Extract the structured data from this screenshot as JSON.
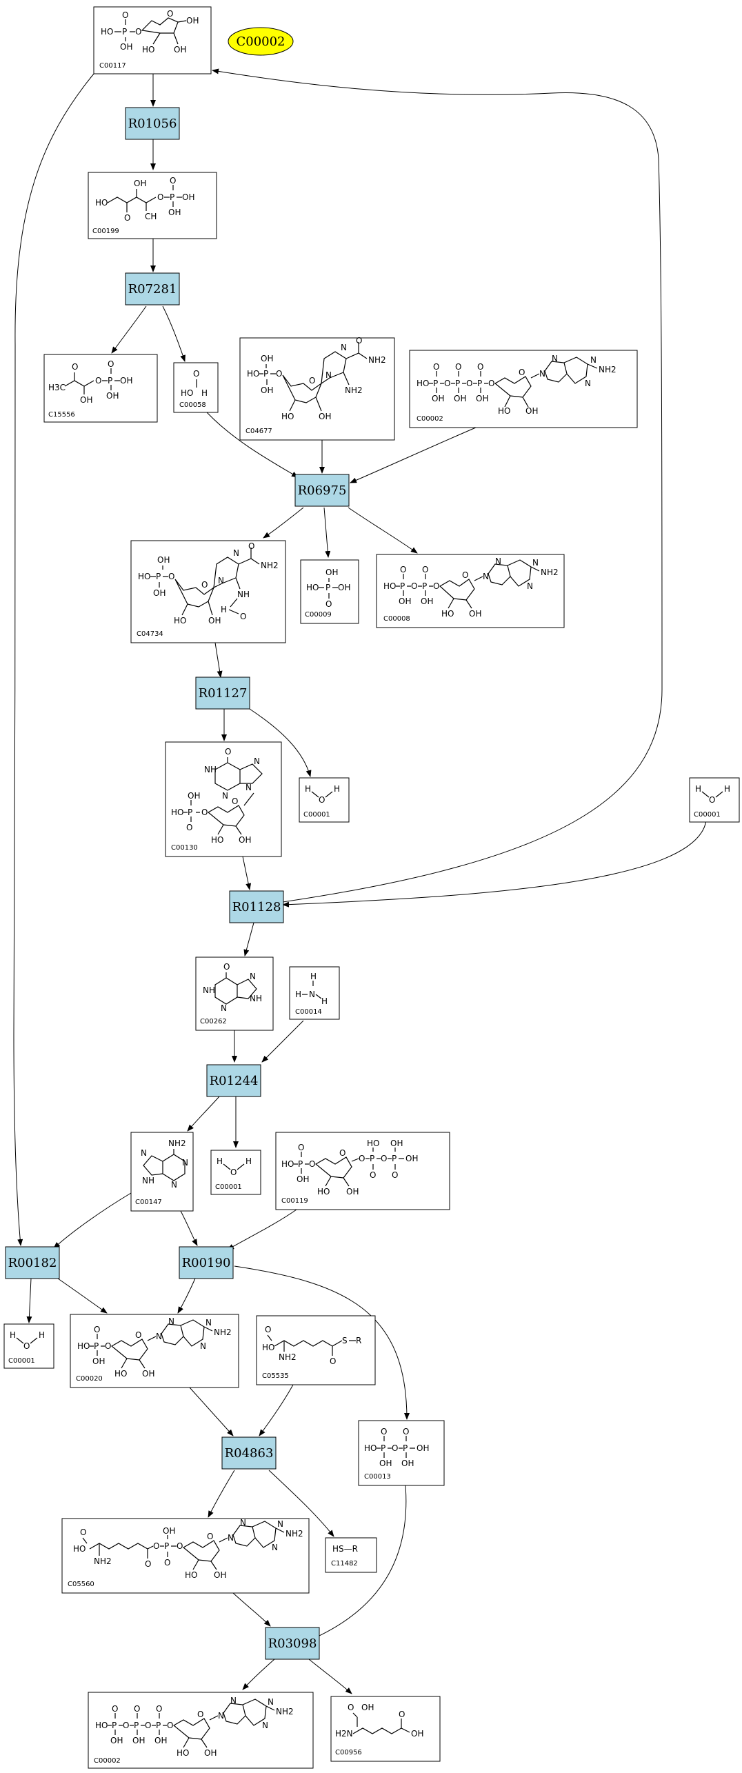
{
  "highlight": {
    "label": "C00002",
    "color": "#ffff00"
  },
  "colors": {
    "reaction_fill": "#add8e6",
    "compound_fill": "#ffffff",
    "edge": "#000000"
  },
  "reactions": [
    {
      "id": "R01056",
      "label": "R01056"
    },
    {
      "id": "R07281",
      "label": "R07281"
    },
    {
      "id": "R06975",
      "label": "R06975"
    },
    {
      "id": "R01127",
      "label": "R01127"
    },
    {
      "id": "R01128",
      "label": "R01128"
    },
    {
      "id": "R01244",
      "label": "R01244"
    },
    {
      "id": "R00182",
      "label": "R00182"
    },
    {
      "id": "R00190",
      "label": "R00190"
    },
    {
      "id": "R04863",
      "label": "R04863"
    },
    {
      "id": "R03098",
      "label": "R03098"
    }
  ],
  "compounds": [
    {
      "key": "c00117",
      "label": "C00117"
    },
    {
      "key": "c00199",
      "label": "C00199"
    },
    {
      "key": "c15556",
      "label": "C15556"
    },
    {
      "key": "c00058",
      "label": "C00058"
    },
    {
      "key": "c04677",
      "label": "C04677"
    },
    {
      "key": "c00002a",
      "label": "C00002"
    },
    {
      "key": "c04734",
      "label": "C04734"
    },
    {
      "key": "c00009",
      "label": "C00009"
    },
    {
      "key": "c00008",
      "label": "C00008"
    },
    {
      "key": "c00130",
      "label": "C00130"
    },
    {
      "key": "c00001a",
      "label": "C00001"
    },
    {
      "key": "c00001b",
      "label": "C00001"
    },
    {
      "key": "c00262",
      "label": "C00262"
    },
    {
      "key": "c00014",
      "label": "C00014"
    },
    {
      "key": "c00147",
      "label": "C00147"
    },
    {
      "key": "c00001c",
      "label": "C00001"
    },
    {
      "key": "c00119",
      "label": "C00119"
    },
    {
      "key": "c00001d",
      "label": "C00001"
    },
    {
      "key": "c00020",
      "label": "C00020"
    },
    {
      "key": "c05535",
      "label": "C05535"
    },
    {
      "key": "c00013",
      "label": "C00013"
    },
    {
      "key": "c05560",
      "label": "C05560"
    },
    {
      "key": "c11482",
      "label": "C11482"
    },
    {
      "key": "c00002b",
      "label": "C00002"
    },
    {
      "key": "c00956",
      "label": "C00956"
    }
  ],
  "atoms": {
    "OH": "OH",
    "HO": "HO",
    "O": "O",
    "P": "P",
    "H": "H",
    "N": "N",
    "NH": "NH",
    "NH2": "NH2",
    "H2N": "H2N",
    "H3C": "H3C",
    "CH": "CH",
    "S": "S",
    "R": "R",
    "HSR": "HS—R"
  }
}
